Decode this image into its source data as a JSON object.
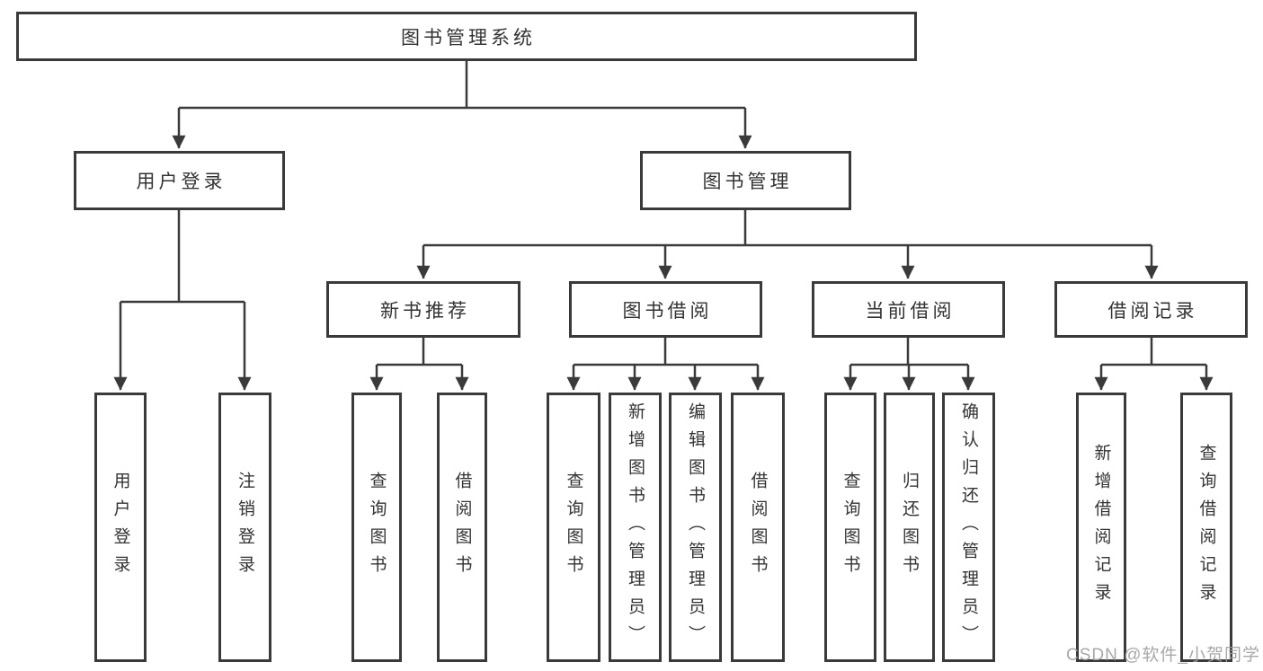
{
  "diagram": {
    "title": "图书管理系统",
    "user_login": {
      "label": "用户登录",
      "children": [
        "用户登录",
        "注销登录"
      ]
    },
    "book_management": {
      "label": "图书管理",
      "sections": [
        {
          "label": "新书推荐",
          "children": [
            "查询图书",
            "借阅图书"
          ]
        },
        {
          "label": "图书借阅",
          "children": [
            "查询图书",
            "新增图书（管理员）",
            "编辑图书（管理员）",
            "借阅图书"
          ]
        },
        {
          "label": "当前借阅",
          "children": [
            "查询图书",
            "归还图书",
            "确认归还（管理员）"
          ]
        },
        {
          "label": "借阅记录",
          "children": [
            "新增借阅记录",
            "查询借阅记录"
          ]
        }
      ]
    }
  },
  "watermark": "CSDN @软件_小贺同学",
  "colors": {
    "line": "#3a3a3a",
    "text": "#333333",
    "watermark": "#9e9e9e",
    "background": "#ffffff"
  }
}
